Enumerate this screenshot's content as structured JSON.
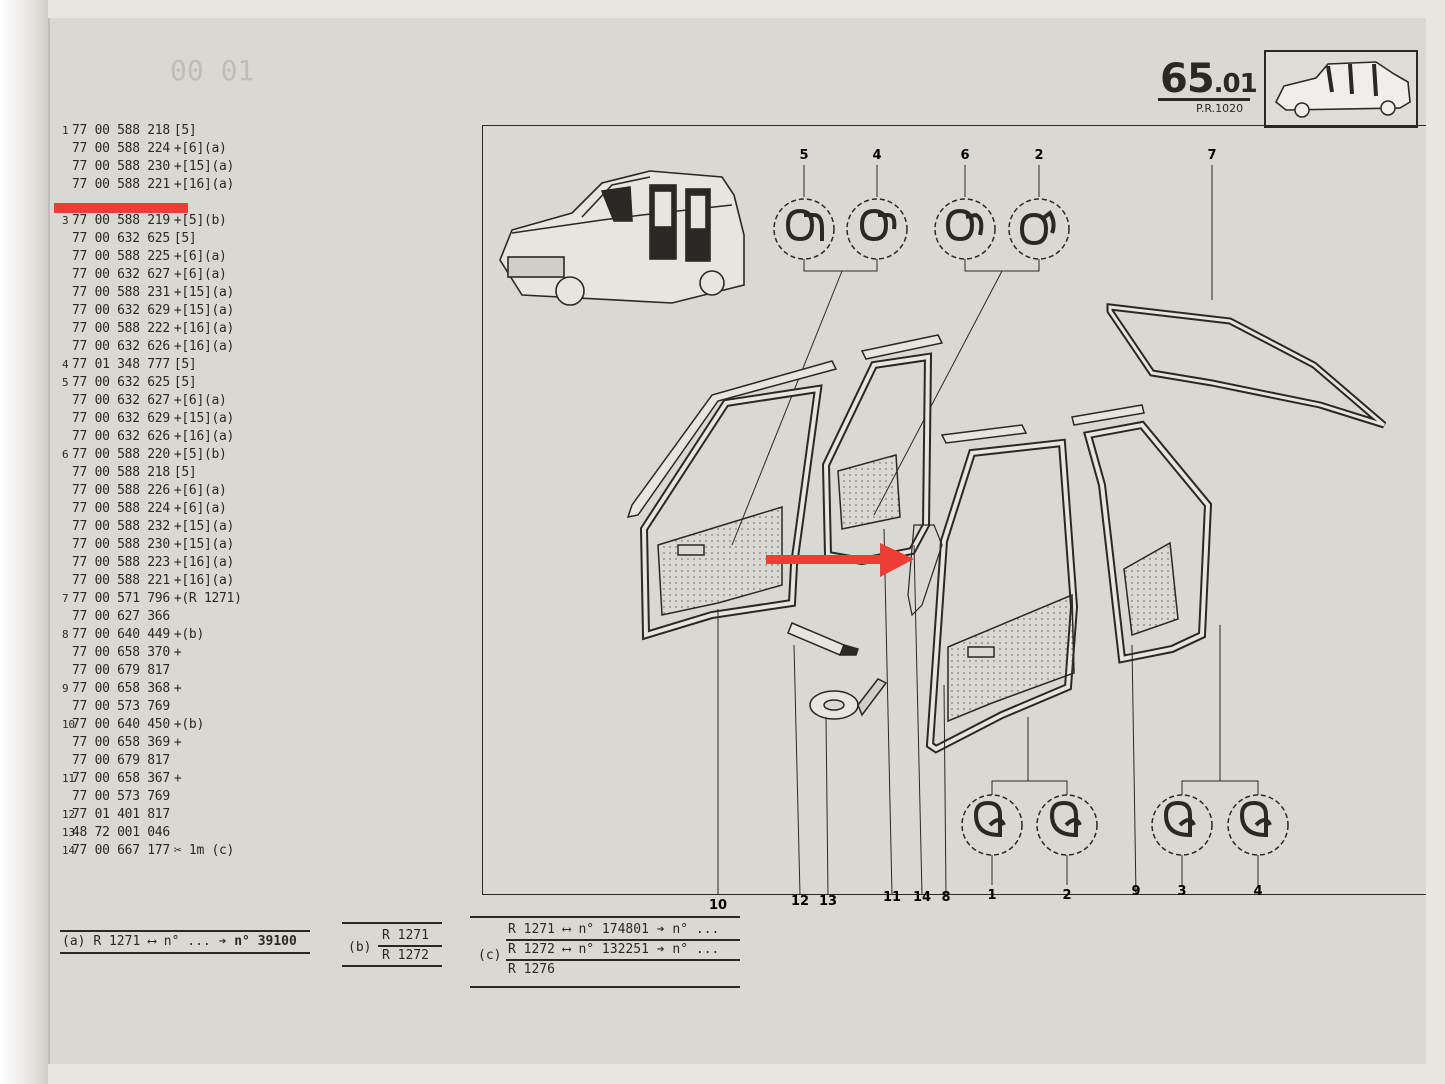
{
  "header": {
    "section_major": "65",
    "section_minor": ".01",
    "page_ref": "P.R.1020"
  },
  "parts": [
    {
      "num": "1",
      "code": "77 00 588 218",
      "suffix": "[5]"
    },
    {
      "num": "",
      "code": "77 00 588 224",
      "suffix": "+[6](a)"
    },
    {
      "num": "",
      "code": "77 00 588 230",
      "suffix": "+[15](a)"
    },
    {
      "num": "",
      "code": "77 00 588 221",
      "suffix": "+[16](a)"
    },
    {
      "num": "3",
      "code": "77 00 588 219",
      "suffix": "+[5](b)"
    },
    {
      "num": "",
      "code": "77 00 632 625",
      "suffix": "[5]"
    },
    {
      "num": "",
      "code": "77 00 588 225",
      "suffix": "+[6](a)"
    },
    {
      "num": "",
      "code": "77 00 632 627",
      "suffix": "+[6](a)"
    },
    {
      "num": "",
      "code": "77 00 588 231",
      "suffix": "+[15](a)"
    },
    {
      "num": "",
      "code": "77 00 632 629",
      "suffix": "+[15](a)"
    },
    {
      "num": "",
      "code": "77 00 588 222",
      "suffix": "+[16](a)"
    },
    {
      "num": "",
      "code": "77 00 632 626",
      "suffix": "+[16](a)"
    },
    {
      "num": "4",
      "code": "77 01 348 777",
      "suffix": "[5]"
    },
    {
      "num": "5",
      "code": "77 00 632 625",
      "suffix": "[5]"
    },
    {
      "num": "",
      "code": "77 00 632 627",
      "suffix": "+[6](a)"
    },
    {
      "num": "",
      "code": "77 00 632 629",
      "suffix": "+[15](a)"
    },
    {
      "num": "",
      "code": "77 00 632 626",
      "suffix": "+[16](a)"
    },
    {
      "num": "6",
      "code": "77 00 588 220",
      "suffix": "+[5](b)"
    },
    {
      "num": "",
      "code": "77 00 588 218",
      "suffix": "[5]"
    },
    {
      "num": "",
      "code": "77 00 588 226",
      "suffix": "+[6](a)"
    },
    {
      "num": "",
      "code": "77 00 588 224",
      "suffix": "+[6](a)"
    },
    {
      "num": "",
      "code": "77 00 588 232",
      "suffix": "+[15](a)"
    },
    {
      "num": "",
      "code": "77 00 588 230",
      "suffix": "+[15](a)"
    },
    {
      "num": "",
      "code": "77 00 588 223",
      "suffix": "+[16](a)"
    },
    {
      "num": "",
      "code": "77 00 588 221",
      "suffix": "+[16](a)"
    },
    {
      "num": "7",
      "code": "77 00 571 796",
      "suffix": "+(R 1271)"
    },
    {
      "num": "",
      "code": "77 00 627 366",
      "suffix": ""
    },
    {
      "num": "8",
      "code": "77 00 640 449",
      "suffix": "+(b)"
    },
    {
      "num": "",
      "code": "77 00 658 370",
      "suffix": "+"
    },
    {
      "num": "",
      "code": "77 00 679 817",
      "suffix": ""
    },
    {
      "num": "9",
      "code": "77 00 658 368",
      "suffix": "+"
    },
    {
      "num": "",
      "code": "77 00 573 769",
      "suffix": ""
    },
    {
      "num": "10",
      "code": "77 00 640 450",
      "suffix": "+(b)"
    },
    {
      "num": "",
      "code": "77 00 658 369",
      "suffix": "+"
    },
    {
      "num": "",
      "code": "77 00 679 817",
      "suffix": ""
    },
    {
      "num": "11",
      "code": "77 00 658 367",
      "suffix": "+"
    },
    {
      "num": "",
      "code": "77 00 573 769",
      "suffix": ""
    },
    {
      "num": "12",
      "code": "77 01 401 817",
      "suffix": ""
    },
    {
      "num": "13",
      "code": "48 72 001 046",
      "suffix": ""
    },
    {
      "num": "14",
      "code": "77 00 667 177",
      "suffix": "✂ 1m (c)"
    }
  ],
  "callouts_top": [
    "5",
    "4",
    "6",
    "2",
    "7"
  ],
  "callouts_bottom": [
    "10",
    "12",
    "13",
    "11",
    "14",
    "8",
    "1",
    "2",
    "9",
    "3",
    "4"
  ],
  "footnotes": {
    "a": {
      "label": "(a)",
      "model": "R 1271",
      "sym": "⟷",
      "from": "n° ...",
      "arrow": "➔",
      "to": "n° 39100"
    },
    "b": {
      "label": "(b)",
      "line1": "R 1271",
      "line2": "R 1272"
    },
    "c": {
      "label": "(c)",
      "rows": [
        {
          "model": "R 1271",
          "sym": "⟷",
          "from": "n° 174801",
          "arrow": "➔",
          "to": "n° ..."
        },
        {
          "model": "R 1272",
          "sym": "⟷",
          "from": "n° 132251",
          "arrow": "➔",
          "to": "n° ..."
        },
        {
          "model": "R 1276",
          "sym": "",
          "from": "",
          "arrow": "",
          "to": ""
        }
      ]
    }
  },
  "colors": {
    "annotation_red": "#ee3d35",
    "ink": "#2a2825",
    "paper": "#d9d8d3"
  }
}
